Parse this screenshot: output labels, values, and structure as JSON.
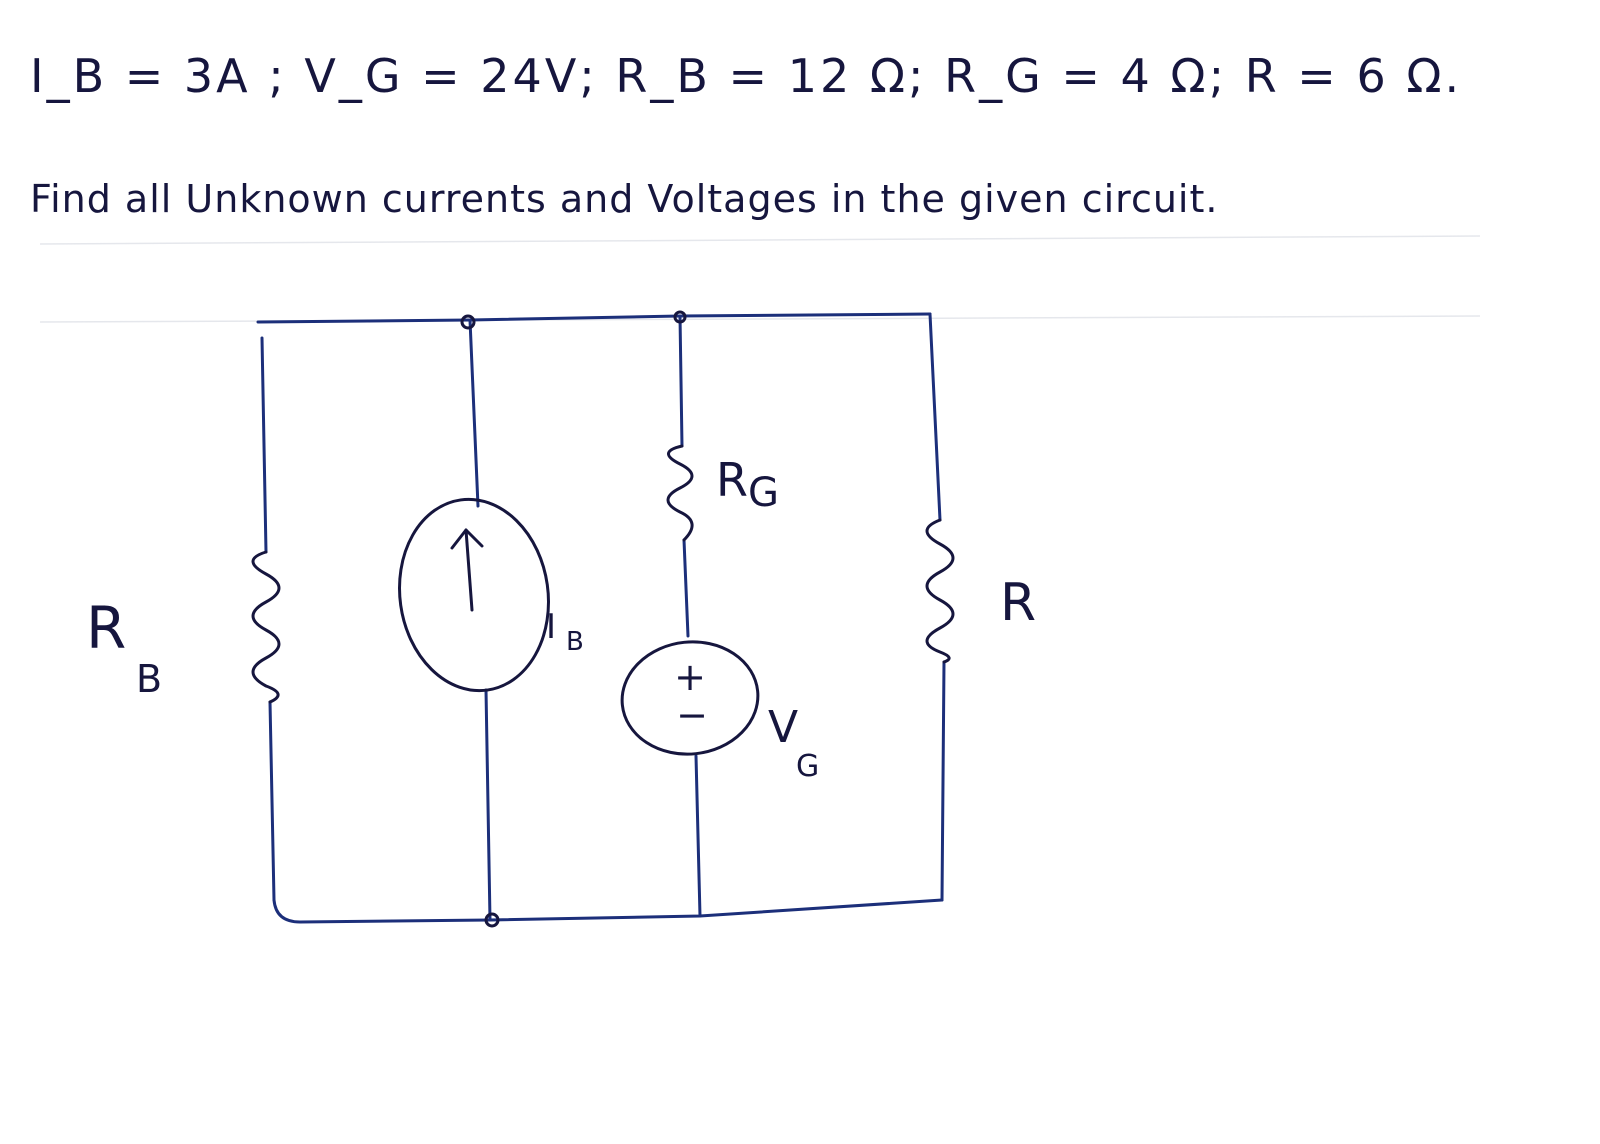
{
  "problem": {
    "given_values": "I_B = 3A ; V_G = 24V; R_B = 12 Ω; R_G = 4 Ω; R = 6 Ω.",
    "task": "Find all Unknown currents and Voltages in the given circuit."
  },
  "circuit": {
    "labels": {
      "RB": "R",
      "RB_sub": "B",
      "IB": "I",
      "IB_sub": "B",
      "RG": "R",
      "RG_sub": "G",
      "VG": "V",
      "VG_sub": "G",
      "R": "R"
    },
    "polarity": {
      "plus": "+",
      "minus": "−"
    },
    "components": [
      {
        "id": "RB",
        "kind": "resistor",
        "value": "12 Ω"
      },
      {
        "id": "IB",
        "kind": "current-source",
        "value": "3A",
        "direction": "up"
      },
      {
        "id": "RG",
        "kind": "resistor",
        "value": "4 Ω"
      },
      {
        "id": "VG",
        "kind": "voltage-source",
        "value": "24V",
        "polarity": "plus on top"
      },
      {
        "id": "R",
        "kind": "resistor",
        "value": "6 Ω"
      }
    ]
  },
  "colors": {
    "ink": "#16163e",
    "wire": "#1c2f7a"
  }
}
